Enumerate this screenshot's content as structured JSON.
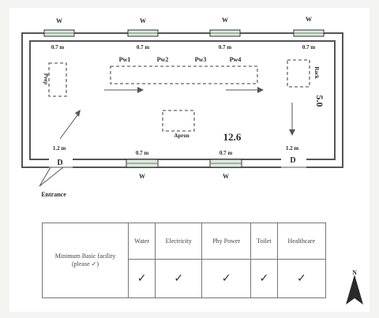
{
  "plan": {
    "windows": [
      {
        "marker": "W",
        "width_label": "0.7 m"
      },
      {
        "marker": "W",
        "width_label": "0.7 m"
      },
      {
        "marker": "W",
        "width_label": "0.7 m"
      },
      {
        "marker": "W",
        "width_label": "0.7 m"
      },
      {
        "marker": "W",
        "width_label": "0.7 m"
      },
      {
        "marker": "W",
        "width_label": "0.7 m"
      }
    ],
    "doors": [
      {
        "marker": "D",
        "width_label": "1.2 m"
      },
      {
        "marker": "D",
        "width_label": "1.2 m"
      }
    ],
    "workstations": [
      "Pw1",
      "Pw2",
      "Pw3",
      "Pw4"
    ],
    "left_area_label": "Prep",
    "right_area_label": "Rack",
    "center_area_label": "Apron",
    "length_dim": "12.6",
    "width_dim": "5.0",
    "entrance_label": "Entrance"
  },
  "table": {
    "header": "Minimum Basic facility (please ✓)",
    "columns": [
      "Water",
      "Electricity",
      "Phy Power",
      "Toilet",
      "Healthcare"
    ],
    "checks": [
      "✓",
      "✓",
      "✓",
      "✓",
      "✓"
    ]
  },
  "compass": {
    "label": "N"
  }
}
